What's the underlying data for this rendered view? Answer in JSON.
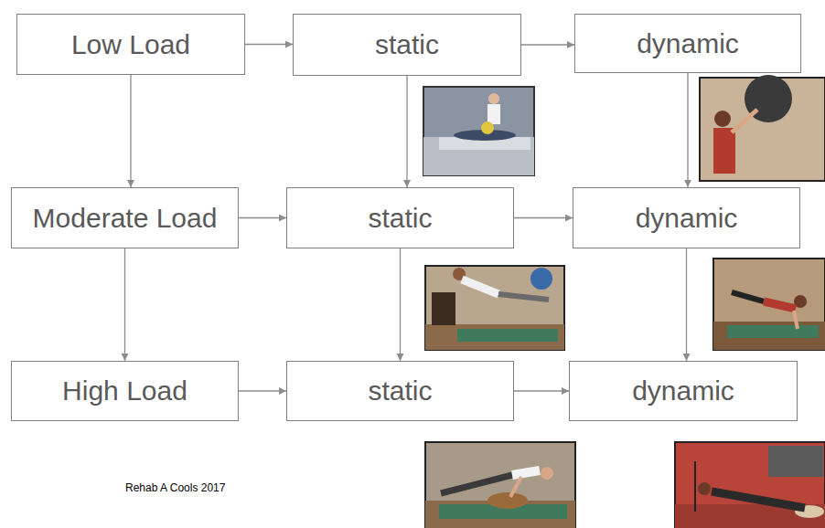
{
  "diagram": {
    "nodes": [
      {
        "text": [
          "Low Load"
        ]
      },
      {
        "text": [
          "static"
        ]
      },
      {
        "text": [
          "dynamic"
        ]
      },
      {
        "text": [
          "Moderate Load"
        ]
      },
      {
        "text": [
          "static"
        ]
      },
      {
        "text": [
          "dynamic"
        ]
      },
      {
        "text": [
          "High Load"
        ]
      },
      {
        "text": [
          "static"
        ]
      },
      {
        "text": [
          "dynamic"
        ]
      }
    ],
    "edges": [
      {
        "from": 0,
        "to": 1,
        "arrow": "to"
      },
      {
        "from": 1,
        "to": 2,
        "arrow": "to"
      },
      {
        "from": 0,
        "to": 3,
        "arrow": "to"
      },
      {
        "from": 1,
        "to": 4,
        "arrow": "to"
      },
      {
        "from": 2,
        "to": 5,
        "arrow": "to"
      },
      {
        "from": 3,
        "to": 4,
        "arrow": "to"
      },
      {
        "from": 4,
        "to": 5,
        "arrow": "to"
      },
      {
        "from": 3,
        "to": 6,
        "arrow": "to"
      },
      {
        "from": 4,
        "to": 7,
        "arrow": "to"
      },
      {
        "from": 5,
        "to": 8,
        "arrow": "to"
      },
      {
        "from": 6,
        "to": 7,
        "arrow": "to"
      },
      {
        "from": 7,
        "to": 8,
        "arrow": "to"
      }
    ],
    "labels": [
      "Rehab A Cools 2017"
    ]
  }
}
